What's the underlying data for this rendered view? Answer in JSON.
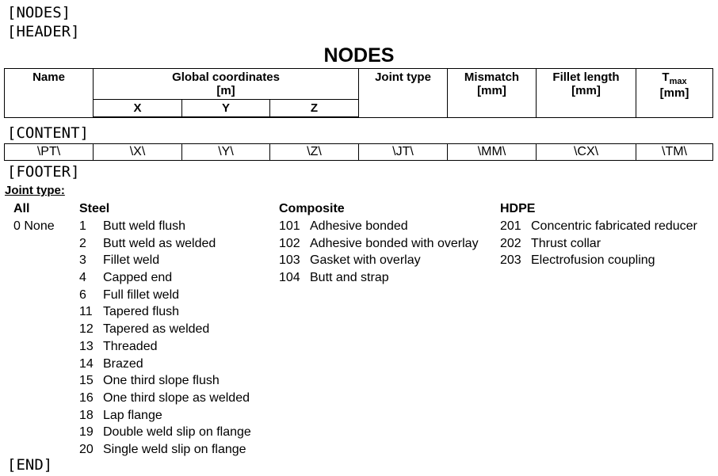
{
  "markers": {
    "nodes": "[NODES]",
    "header": "[HEADER]",
    "content": "[CONTENT]",
    "footer": "[FOOTER]",
    "end": "[END]"
  },
  "title": "NODES",
  "header": {
    "name": "Name",
    "global_coordinates": "Global coordinates",
    "global_coordinates_unit": "[m]",
    "x": "X",
    "y": "Y",
    "z": "Z",
    "joint_type": "Joint type",
    "mismatch": "Mismatch",
    "mismatch_unit": "[mm]",
    "fillet_length": "Fillet length",
    "fillet_length_unit": "[mm]",
    "tmax_main": "T",
    "tmax_sub": "max",
    "tmax_unit": "[mm]"
  },
  "content_row": [
    "\\PT\\",
    "\\X\\",
    "\\Y\\",
    "\\Z\\",
    "\\JT\\",
    "\\MM\\",
    "\\CX\\",
    "\\TM\\"
  ],
  "legend": {
    "title": "Joint type:",
    "all": {
      "heading": "All",
      "items": [
        {
          "code": "0",
          "label": "None"
        }
      ]
    },
    "steel": {
      "heading": "Steel",
      "items": [
        {
          "code": "1",
          "label": "Butt weld flush"
        },
        {
          "code": "2",
          "label": "Butt weld as welded"
        },
        {
          "code": "3",
          "label": "Fillet weld"
        },
        {
          "code": "4",
          "label": "Capped end"
        },
        {
          "code": "6",
          "label": "Full fillet weld"
        },
        {
          "code": "11",
          "label": "Tapered flush"
        },
        {
          "code": "12",
          "label": "Tapered as welded"
        },
        {
          "code": "13",
          "label": "Threaded"
        },
        {
          "code": "14",
          "label": "Brazed"
        },
        {
          "code": "15",
          "label": "One third slope flush"
        },
        {
          "code": "16",
          "label": "One third slope as welded"
        },
        {
          "code": "18",
          "label": "Lap flange"
        },
        {
          "code": "19",
          "label": "Double weld slip on flange"
        },
        {
          "code": "20",
          "label": "Single weld slip on flange"
        }
      ]
    },
    "composite": {
      "heading": "Composite",
      "items": [
        {
          "code": "101",
          "label": "Adhesive bonded"
        },
        {
          "code": "102",
          "label": "Adhesive bonded with overlay"
        },
        {
          "code": "103",
          "label": "Gasket with overlay"
        },
        {
          "code": "104",
          "label": "Butt and strap"
        }
      ]
    },
    "hdpe": {
      "heading": "HDPE",
      "items": [
        {
          "code": "201",
          "label": "Concentric fabricated reducer"
        },
        {
          "code": "202",
          "label": "Thrust collar"
        },
        {
          "code": "203",
          "label": "Electrofusion coupling"
        }
      ]
    }
  }
}
